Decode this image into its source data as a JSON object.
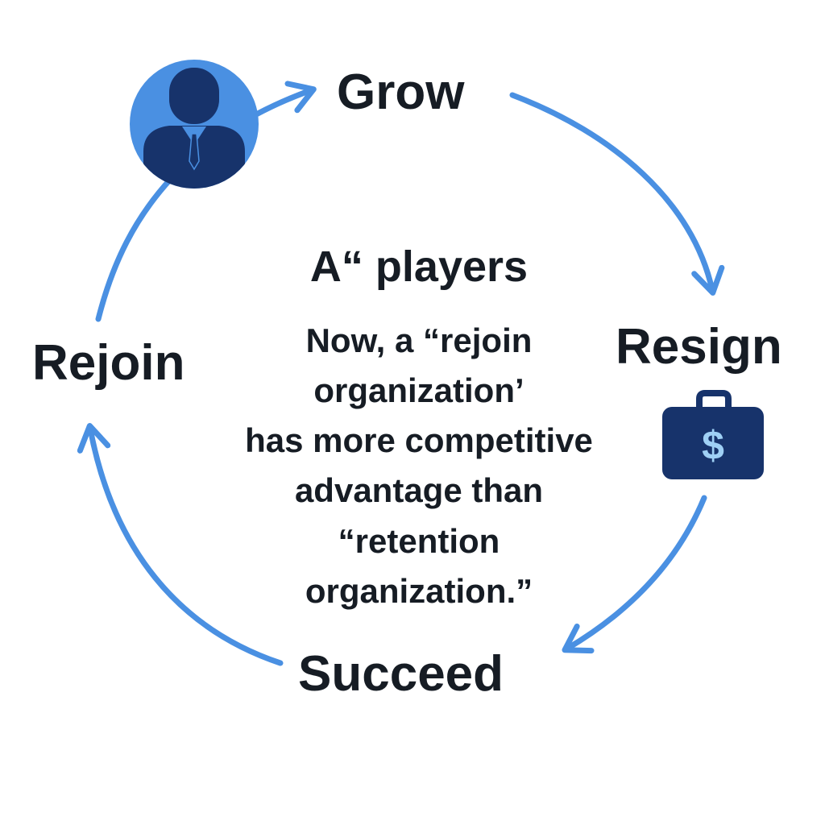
{
  "stages": {
    "grow": "Grow",
    "resign": "Resign",
    "succeed": "Succeed",
    "rejoin": "Rejoin"
  },
  "center": {
    "title": "A“ players",
    "lines": [
      "Now, a “rejoin",
      "organization’",
      "has more competitive",
      "advantage than",
      "“retention",
      "organization.”"
    ]
  },
  "icons": {
    "person": "person-avatar-icon",
    "briefcase": "dollar-briefcase-icon",
    "briefcase_symbol": "$"
  },
  "colors": {
    "cycle_blue": "#4a90e2",
    "avatar_bg": "#4a90e2",
    "navy": "#17336b",
    "dollar": "#9fd0f5",
    "text": "#161c24"
  }
}
